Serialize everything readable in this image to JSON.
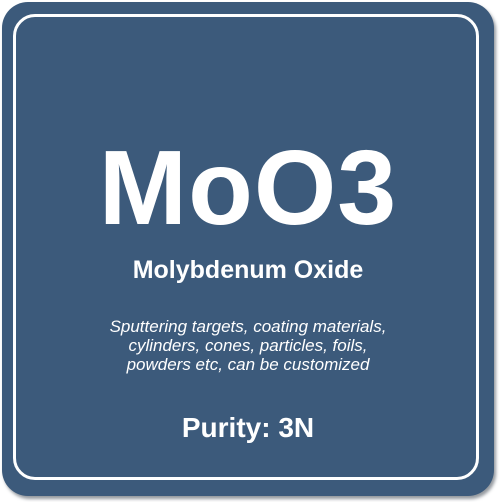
{
  "tile": {
    "background_color": "#3c5a7b",
    "text_color": "#ffffff",
    "formula": "MoO3",
    "name": "Molybdenum Oxide",
    "description_lines": [
      "Sputtering targets, coating materials,",
      "cylinders, cones, particles, foils,",
      "powders etc, can be customized"
    ],
    "purity": "Purity: 3N"
  }
}
